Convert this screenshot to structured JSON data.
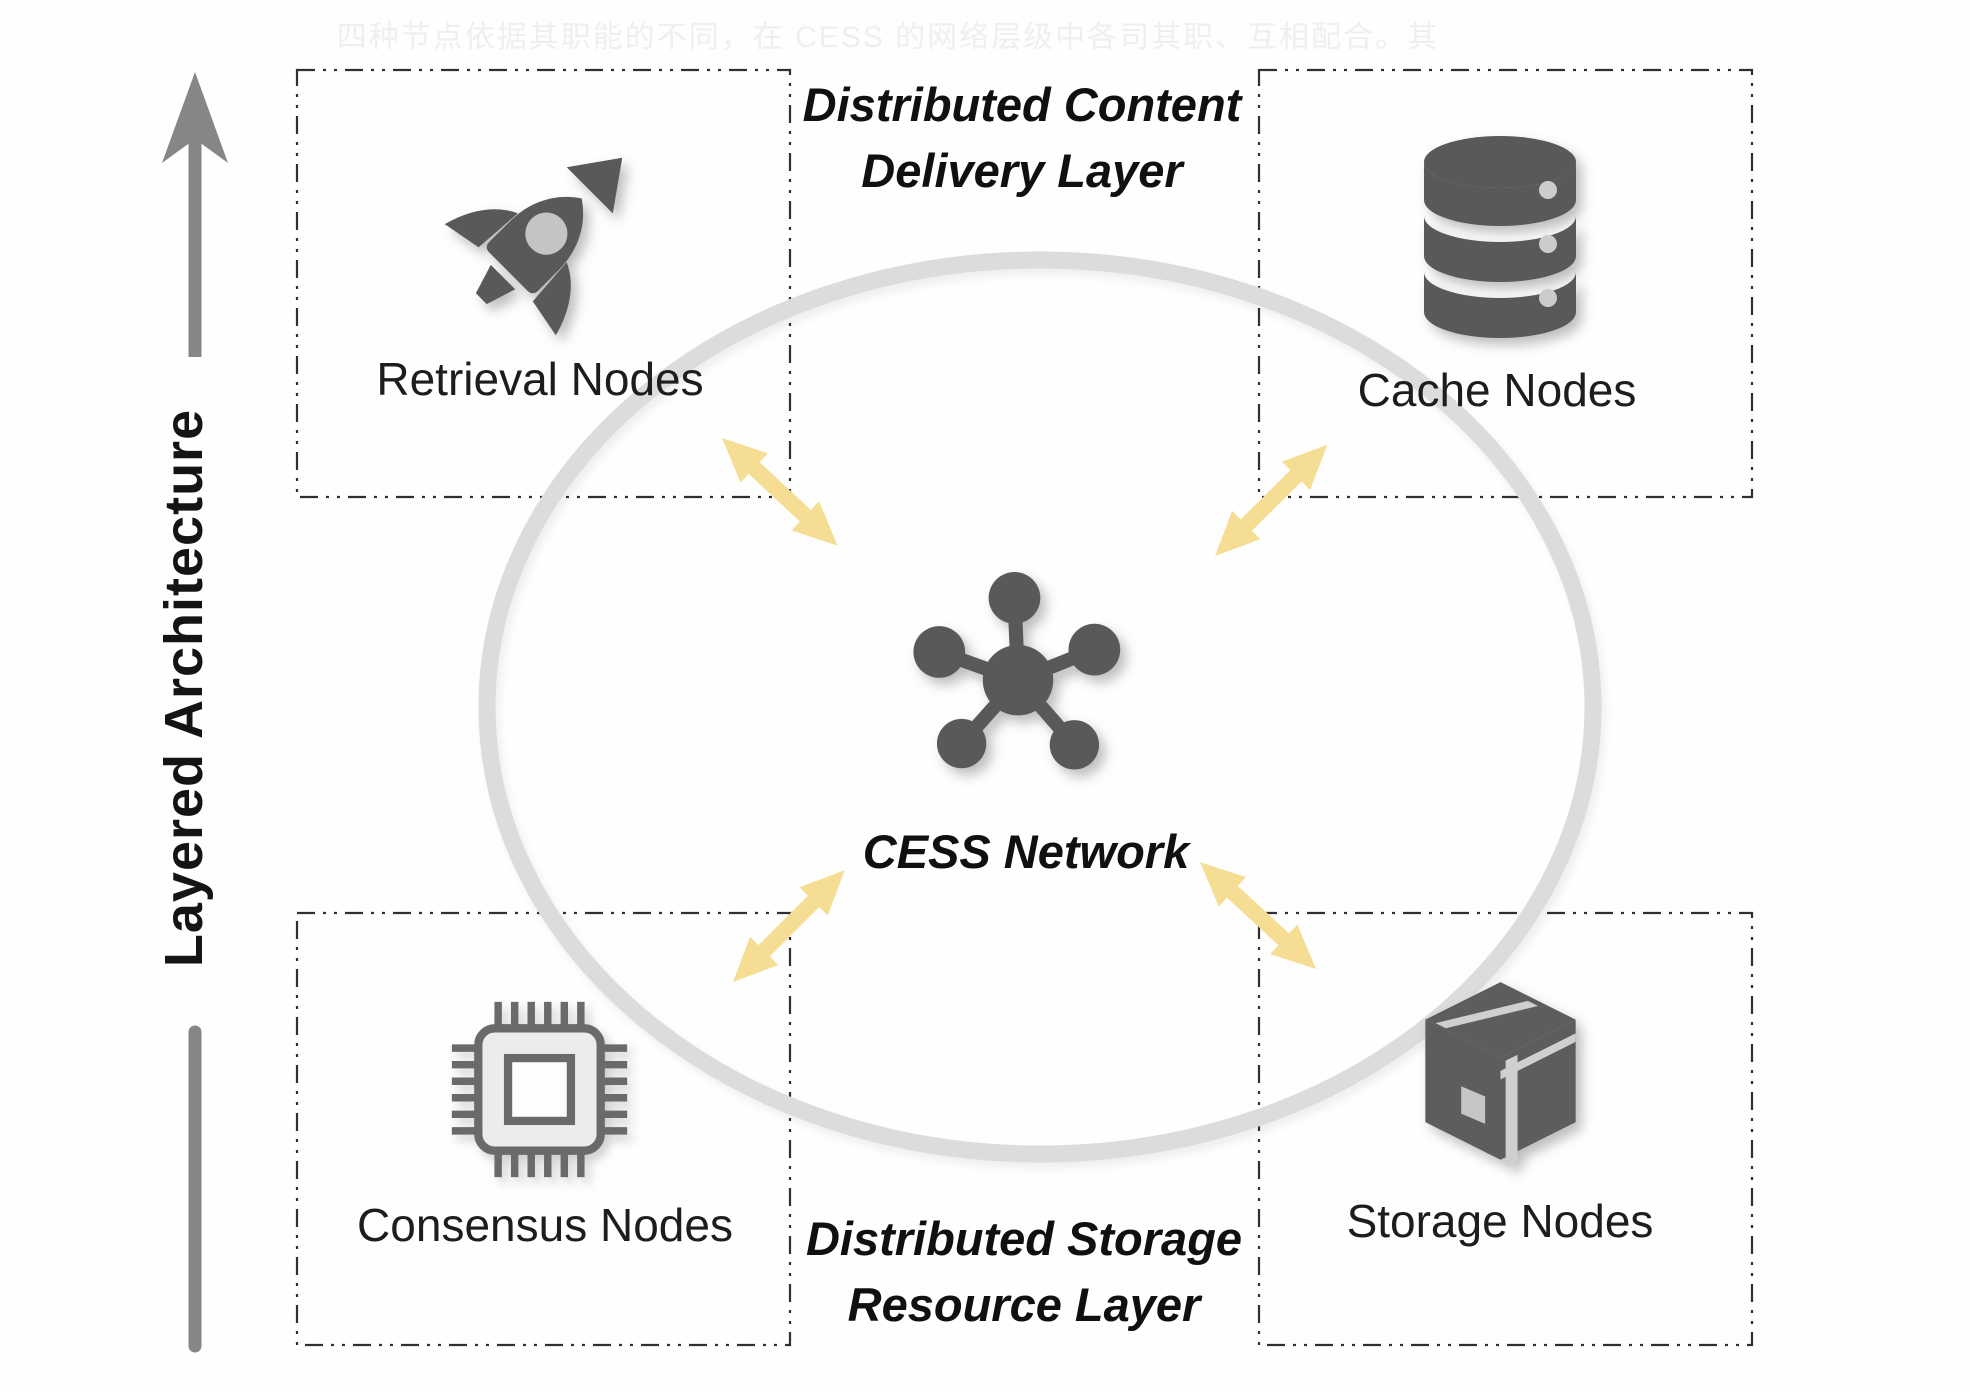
{
  "watermark": {
    "text": "四种节点依据其职能的不同，在 CESS 的网络层级中各司其职、互相配合。其"
  },
  "axis": {
    "label": "Layered Architecture"
  },
  "layers": {
    "content_delivery": {
      "line1": "Distributed Content",
      "line2": "Delivery Layer"
    },
    "storage_resource": {
      "line1": "Distributed Storage",
      "line2": "Resource Layer"
    }
  },
  "center": {
    "label": "CESS Network",
    "icon": "network-hub-icon"
  },
  "nodes": {
    "retrieval": {
      "label": "Retrieval Nodes",
      "icon": "rocket-icon"
    },
    "cache": {
      "label": "Cache Nodes",
      "icon": "database-icon"
    },
    "consensus": {
      "label": "Consensus Nodes",
      "icon": "chip-icon"
    },
    "storage": {
      "label": "Storage Nodes",
      "icon": "package-box-icon"
    }
  },
  "colors": {
    "icon_gray": "#595959",
    "ellipse_gray": "#dcdcdc",
    "arrow_yellow": "#f6dd94",
    "axis_gray": "#868686",
    "dash_border": "#303030",
    "text_black": "#101010"
  }
}
